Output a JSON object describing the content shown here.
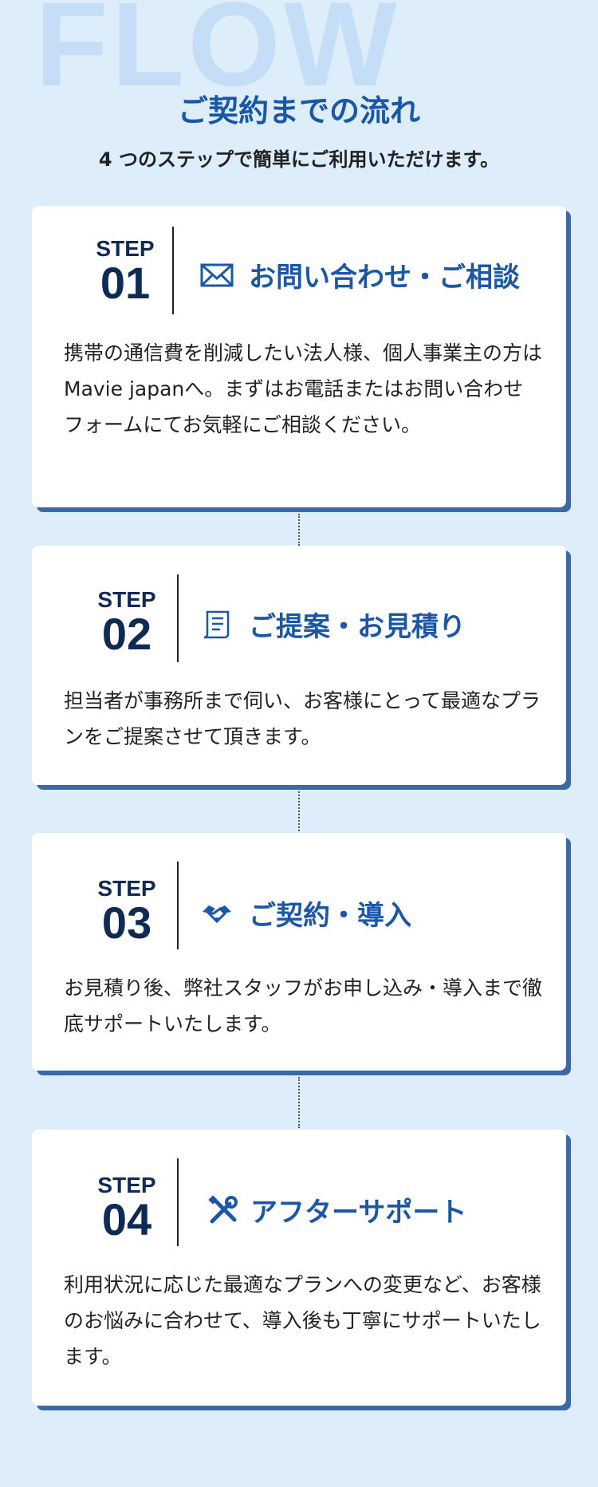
{
  "background_word": "FLOW",
  "heading": "ご契約までの流れ",
  "subheading": "4 つのステップで簡単にご利用いただけます。",
  "colors": {
    "accent": "#1b57a9",
    "step_number": "#0e2a55",
    "background": "#ddeefa",
    "card_shadow": "#3d68a8"
  },
  "steps": [
    {
      "step_label": "STEP",
      "number": "01",
      "icon": "envelope-icon",
      "title": "お問い合わせ・ご相談",
      "body": "携帯の通信費を削減したい法人様、個人事業主の方はMavie japanへ。まずはお電話またはお問い合わせフォームにてお気軽にご相談ください。"
    },
    {
      "step_label": "STEP",
      "number": "02",
      "icon": "document-icon",
      "title": "ご提案・お見積り",
      "body": "担当者が事務所まで伺い、お客様にとって最適なプランをご提案させて頂きます。"
    },
    {
      "step_label": "STEP",
      "number": "03",
      "icon": "handshake-icon",
      "title": "ご契約・導入",
      "body": "お見積り後、弊社スタッフがお申し込み・導入まで徹底サポートいたします。"
    },
    {
      "step_label": "STEP",
      "number": "04",
      "icon": "tools-icon",
      "title": "アフターサポート",
      "body": "利用状況に応じた最適なプランへの変更など、お客様のお悩みに合わせて、導入後も丁寧にサポートいたします。"
    }
  ]
}
